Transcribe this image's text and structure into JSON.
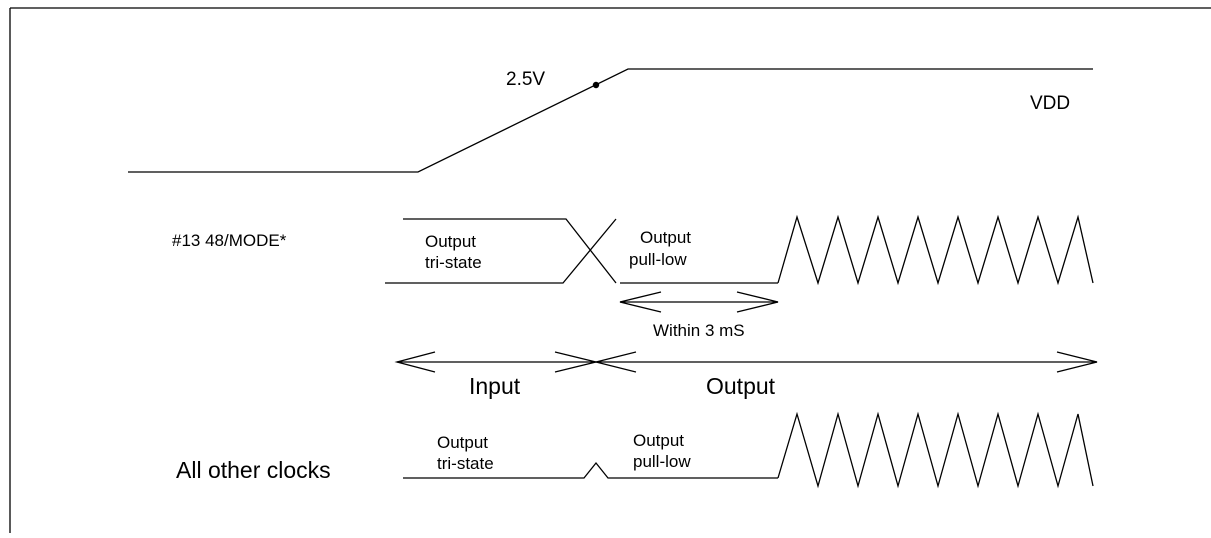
{
  "diagram": {
    "vdd": {
      "voltage_label": "2.5V",
      "rail_label": "VDD"
    },
    "pin13": {
      "label": "#13 48/MODE*",
      "state_tristate": {
        "line1": "Output",
        "line2": "tri-state"
      },
      "state_pulllow": {
        "line1": "Output",
        "line2": "pull-low"
      },
      "timing_label": "Within 3 mS"
    },
    "direction": {
      "input_label": "Input",
      "output_label": "Output"
    },
    "other_clocks": {
      "label": "All other clocks",
      "state_tristate": {
        "line1": "Output",
        "line2": "tri-state"
      },
      "state_pulllow": {
        "line1": "Output",
        "line2": "pull-low"
      }
    },
    "colors": {
      "line": "#000000",
      "background": "#ffffff"
    }
  }
}
